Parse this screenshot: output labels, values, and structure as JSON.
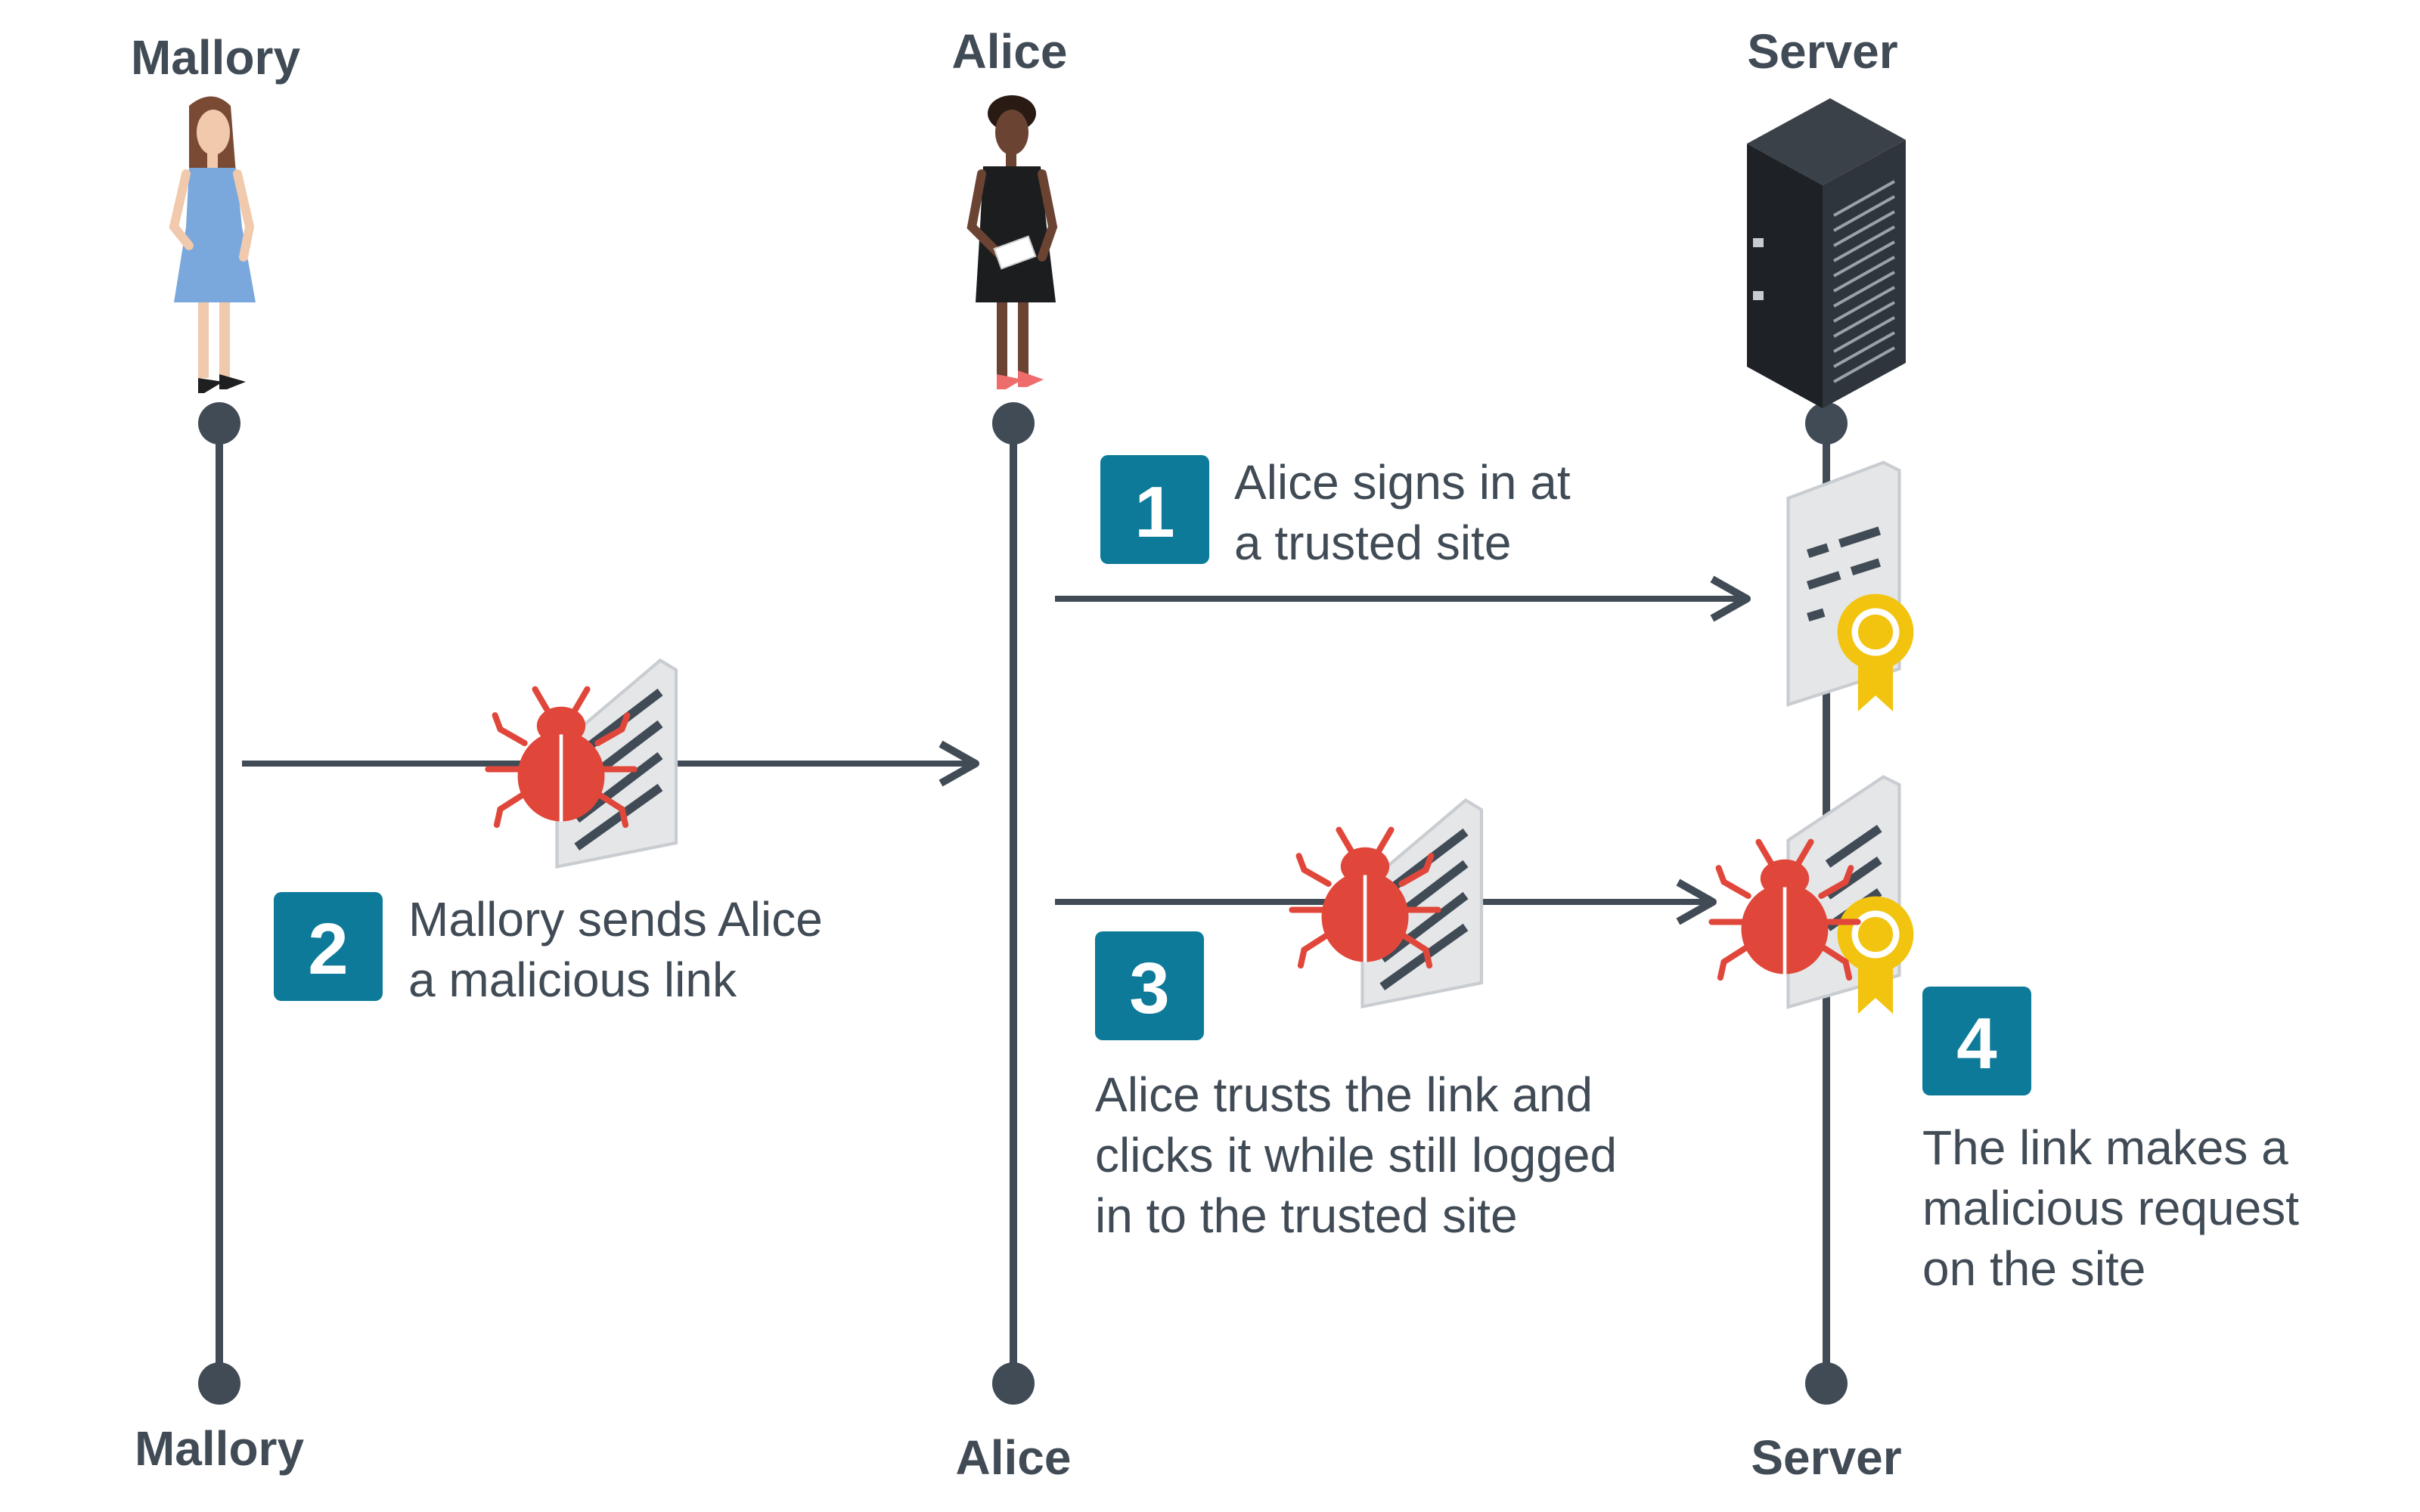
{
  "actors": {
    "mallory": {
      "top_label": "Mallory",
      "bottom_label": "Mallory"
    },
    "alice": {
      "top_label": "Alice",
      "bottom_label": "Alice"
    },
    "server": {
      "top_label": "Server",
      "bottom_label": "Server"
    }
  },
  "steps": [
    {
      "number": "1",
      "lines": [
        "Alice signs in at",
        "a trusted site"
      ]
    },
    {
      "number": "2",
      "lines": [
        "Mallory sends Alice",
        "a malicious link"
      ]
    },
    {
      "number": "3",
      "lines": [
        "Alice trusts the link and",
        "clicks it while still logged",
        "in to the trusted site"
      ]
    },
    {
      "number": "4",
      "lines": [
        "The link makes a",
        "malicious request",
        "on the site"
      ]
    }
  ],
  "colors": {
    "line": "#414b56",
    "text": "#414b56",
    "badge": "#0e7a99",
    "bug": "#e0473a",
    "ribbon": "#f2c40f",
    "document": "#e9ebec",
    "server": "#2a2f36"
  },
  "icons": {
    "mallory": "woman-blue-dress",
    "alice": "woman-black-dress",
    "server": "server-rack",
    "document": "document-icon",
    "bug": "bug-icon",
    "certificate": "certificate-ribbon-icon"
  }
}
